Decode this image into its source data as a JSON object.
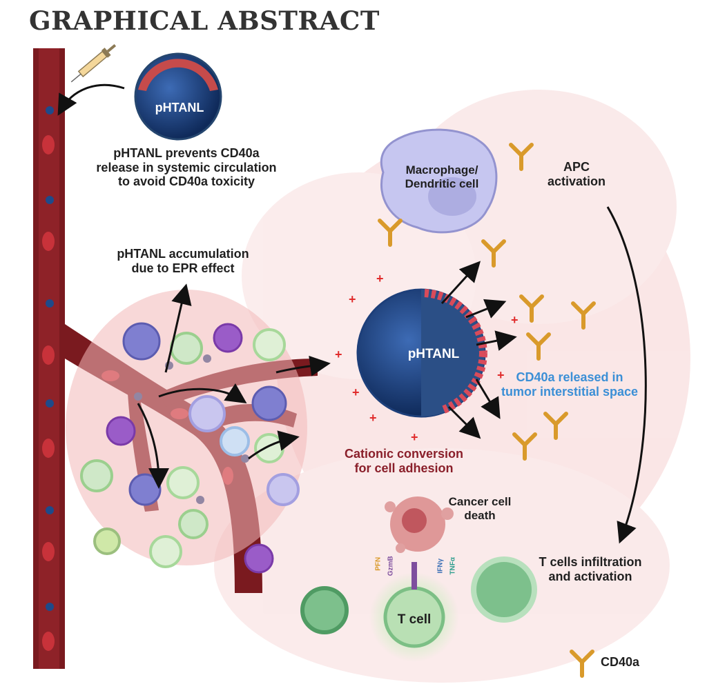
{
  "header": {
    "title": "GRAPHICAL ABSTRACT"
  },
  "nanoparticle": {
    "name": "pHTANL"
  },
  "labels": {
    "prevents": "pHTANL prevents CD40a\nrelease in systemic circulation\nto avoid CD40a toxicity",
    "accumulation": "pHTANL accumulation\ndue to EPR effect",
    "macrophage": "Macrophage/\nDendritic cell",
    "apc": "APC\nactivation",
    "released": "CD40a released in\ntumor interstitial space",
    "cationic": "Cationic conversion\nfor cell adhesion",
    "death": "Cancer cell\ndeath",
    "tcell_infiltration": "T cells infiltration\nand activation",
    "tcell": "T cell"
  },
  "cytokines": {
    "pfn": "PFN",
    "gzmb": "GzmB",
    "ifn": "IFNγ",
    "tnf": "TNFα"
  },
  "legend": {
    "cd40a": "CD40a"
  },
  "colors": {
    "vessel": "#7a1a1f",
    "vessel_dark": "#5b1013",
    "tumor": "#f2c4c4",
    "particle": "#1d3f7a",
    "released_text": "#3b8fd6",
    "cationic_text": "#8a1f2a",
    "antibody": "#d99a2b",
    "tcell": "#5fb07a"
  }
}
